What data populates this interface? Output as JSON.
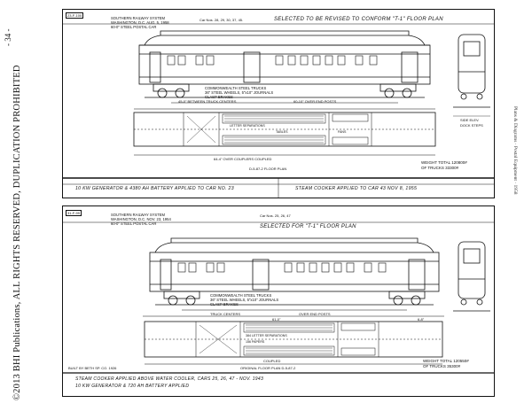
{
  "page": {
    "left_margin": "©2013 BHI Publications, ALL RIGHTS RESERVED, DUPLICATION PROHIBITED",
    "right_margin": "Plans & Diagrams · Postal Equipment · 1958",
    "page_number": "- 34 -"
  },
  "sheet1": {
    "plan_tag": "23-F-100",
    "railway": "SOUTHERN RAILWAY SYSTEM",
    "railway_loc": "WASHINGTON, D.C.  AUG. 5, 1958",
    "car_desc": "60-0\" STEEL POSTAL CAR",
    "car_numbers": "Car Nos. 28, 29, 30, 37, 45.",
    "selected_note": "SELECTED TO BE REVISED TO CONFORM \"T-1\" FLOOR PLAN",
    "truck_desc_1": "COMMONWEALTH STEEL TRUCKS",
    "truck_desc_2": "36\" STEEL WHEELS, 5\"x10\" JOURNALS",
    "truck_desc_3": "CLASP BRAKES",
    "truck_centers": "45-0\" BETWEEN TRUCK CENTERS",
    "over_end_posts": "60-10\" OVER END POSTS",
    "letter_cases": "LETTER SEPARATIONS",
    "tables_label": "TABLES",
    "fans_label": "FANS",
    "over_couplers": "64-4\" OVER COUPLERS COUPLED",
    "floor_plan": "D-5-87-2 FLOOR PLAN",
    "weight_total": "WEIGHT TOTAL 120800#",
    "weight_trucks": "OF TRUCKS 33300#",
    "side_elev_label": "SIDE ELEV.",
    "dock_steps": "DOCK STEPS",
    "bottom_left_note": "10 KW GENERATOR & 4380 AH BATTERY APPLIED TO CAR NO. 23",
    "bottom_right_note": "STEAM COOKER APPLIED TO CAR 43 NOV 8, 1955"
  },
  "sheet2": {
    "plan_tag": "31-F-99",
    "railway": "SOUTHERN RAILWAY SYSTEM",
    "railway_loc": "WASHINGTON, D.C.  NOV. 23, 1954",
    "car_desc": "60-0\" STEEL POSTAL CAR",
    "car_nos": "Car Nos. 25, 26, 47",
    "selected_note": "SELECTED FOR \"T-1\" FLOOR PLAN",
    "truck_desc_1": "COMMONWEALTH STEEL TRUCKS",
    "truck_desc_2": "36\" STEEL WHEELS, 5\"x10\" JOURNALS",
    "truck_desc_3": "CLASP BRAKES",
    "truck_centers": "TRUCK CENTERS",
    "over_end_posts": "OVER END POSTS",
    "dim_1": "61-0\"",
    "dim_2": "6-8\"",
    "letter_cases": "384 LETTER SEPARATIONS",
    "papers": "156 PAPERS",
    "coupled": "COUPLED",
    "original_plan": "ORIGINAL FLOOR PLAN  D-5-87-2",
    "built_by": "BUILT BY BETH SP. CO. 1926",
    "weight_total": "WEIGHT TOTAL 120550#",
    "weight_trucks": "OF TRUCKS 35300#",
    "bottom_note_1": "STEAM COOKER APPLIED ABOVE WATER COOLER, CARS 25, 26, 47 - NOV. 1943",
    "bottom_note_2": "10 KW GENERATOR & 720 AH BATTERY APPLIED"
  }
}
